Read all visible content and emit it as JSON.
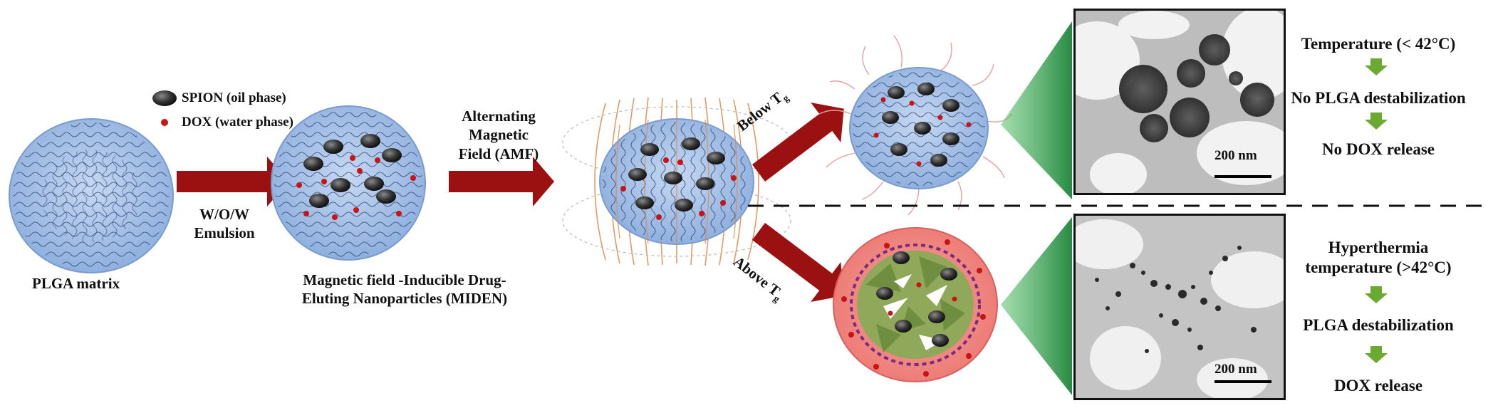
{
  "labels": {
    "plga_matrix": "PLGA matrix",
    "spion": "SPION (oil phase)",
    "dox": "DOX (water phase)",
    "emulsion_line1": "W/O/W",
    "emulsion_line2": "Emulsion",
    "miden_line1": "Magnetic field -Inducible Drug-",
    "miden_line2": "Eluting Nanoparticles  (MIDEN)",
    "amf_line1": "Alternating",
    "amf_line2": "Magnetic",
    "amf_line3": "Field (AMF)",
    "below_tg": "Below T",
    "above_tg": "Above T",
    "tg_sub": "g"
  },
  "scale_bars": {
    "top": "200 nm",
    "bottom": "200 nm"
  },
  "top_steps": {
    "step1": "Temperature (< 42°C)",
    "step2": "No PLGA destabilization",
    "step3": "No DOX release"
  },
  "bottom_steps": {
    "step1_line1": "Hyperthermia",
    "step1_line2": "temperature (>42°C)",
    "step2": "PLGA destabilization",
    "step3": "DOX release"
  },
  "colors": {
    "arrow": "#9b1111",
    "sphere_blue": "#a9c4e8",
    "sphere_pink": "#f08a86",
    "green_arrow": "#6aaa32",
    "cone_green": "#1e9a3c"
  }
}
